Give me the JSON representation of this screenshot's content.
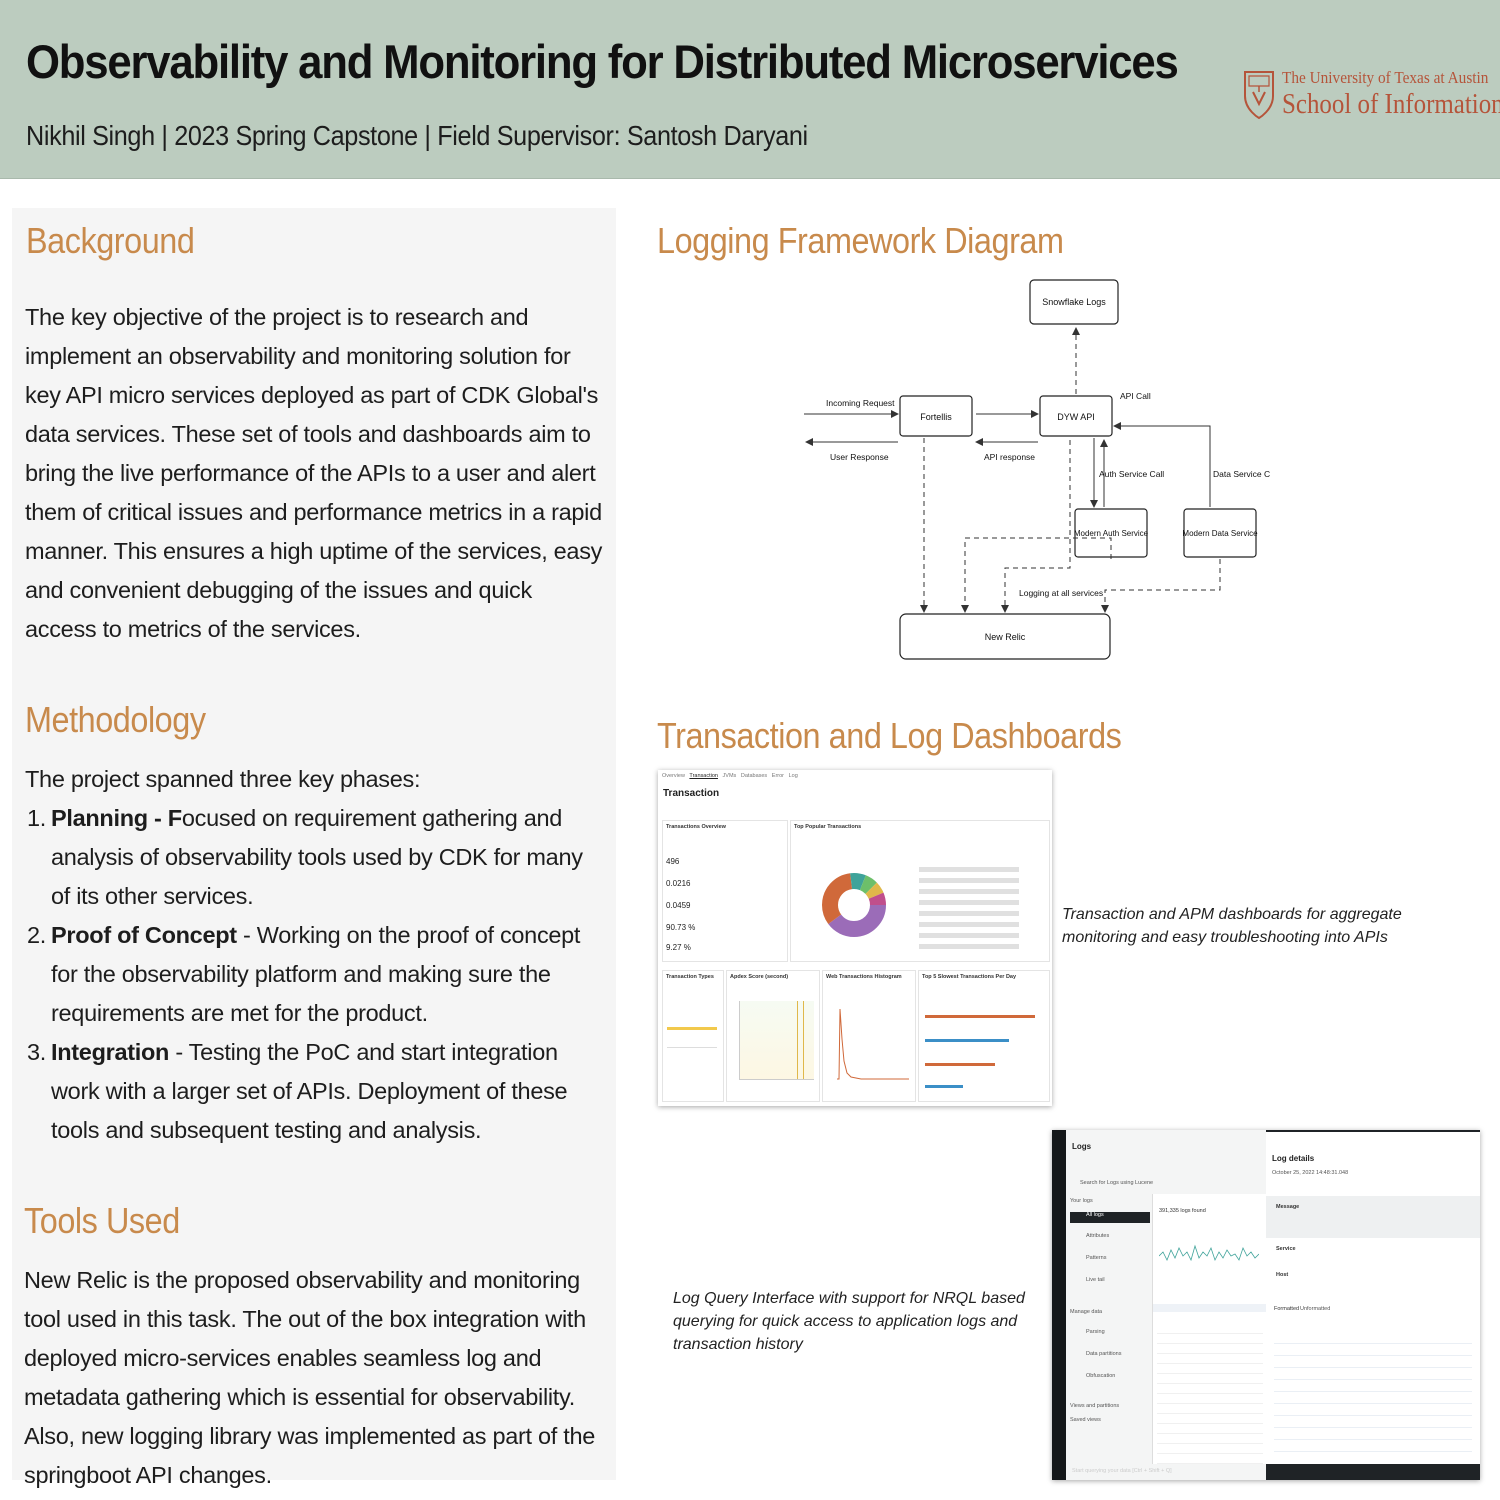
{
  "header": {
    "title": "Observability and Monitoring for Distributed Microservices",
    "subtitle": "Nikhil Singh | 2023 Spring Capstone | Field Supervisor: Santosh Daryani",
    "logo_line1": "The University of Texas at Austin",
    "logo_line2": "School of Information"
  },
  "colors": {
    "header_bg": "#bcccbf",
    "heading": "#c88a4c",
    "panel_bg": "#f5f5f5"
  },
  "background": {
    "heading": "Background",
    "text": "The key objective of the project is to research and implement an observability and monitoring solution for key API micro services deployed as part of CDK Global's data services. These set of tools and dashboards aim to bring the live performance of the APIs to a user and alert them of critical issues and performance metrics in a rapid manner. This ensures a high uptime of the services, easy and convenient debugging of the issues and quick access to metrics of the services."
  },
  "methodology": {
    "heading": "Methodology",
    "intro": "The project spanned three key phases:",
    "items": [
      {
        "num": "1.",
        "bold": "Planning - F",
        "text": "ocused on requirement gathering and analysis of observability tools used by CDK for many of its other services."
      },
      {
        "num": "2.",
        "bold": "Proof of Concept",
        "text": " - Working on the proof of concept for the observability platform and making sure the requirements are met for the product."
      },
      {
        "num": "3.",
        "bold": "Integration",
        "text": " - Testing the PoC and start integration work with a larger set of APIs. Deployment of these tools and subsequent testing and analysis."
      }
    ]
  },
  "tools": {
    "heading": "Tools Used",
    "text": "New Relic is the proposed observability and monitoring tool used in this task. The out of the box integration with deployed micro-services enables seamless log and metadata gathering which is essential for observability. Also, new logging library was implemented as part of the springboot API changes."
  },
  "diagram": {
    "heading": "Logging Framework Diagram",
    "nodes": {
      "snowflake": "Snowflake Logs",
      "fortellis": "Fortellis",
      "dyw": "DYW API",
      "auth": "Modern Auth Service",
      "data": "Modern Data Service",
      "newrelic": "New Relic"
    },
    "labels": {
      "incoming": "Incoming Request",
      "user_response": "User Response",
      "api_response": "API response",
      "api_call": "API Call",
      "auth_call": "Auth Service Call",
      "data_call": "Data Service Call",
      "logging": "Logging at all services"
    }
  },
  "dashboards": {
    "heading": "Transaction and Log Dashboards",
    "caption1": "Transaction and APM dashboards for aggregate monitoring and easy troubleshooting into APIs",
    "caption2": "Log Query Interface with support for NRQL based querying for quick access to application logs and transaction history",
    "transaction_shot": {
      "tabs": [
        "Overview",
        "Transaction",
        "JVMs",
        "Databases",
        "Error",
        "Log"
      ],
      "title": "Transaction",
      "overview_title": "Transactions Overview",
      "metrics": [
        "496",
        "0.0216",
        "0.0459",
        "90.73 %",
        "9.27 %"
      ],
      "popular_title": "Top Popular Transactions",
      "donut_colors": [
        "#9b6cb8",
        "#d0693a",
        "#3fa39a",
        "#6dbf6a",
        "#e0b84a",
        "#c04f8c"
      ],
      "bottom_titles": [
        "Transaction Types",
        "Apdex Score (second)",
        "Web Transactions Histogram",
        "Top 5 Slowest Transactions Per Day"
      ]
    },
    "logs_shot": {
      "title": "Logs",
      "search_placeholder": "Search for Logs using Lucene",
      "nav": [
        "Your logs",
        "All logs",
        "Attributes",
        "Patterns",
        "Live tail",
        "Manage data",
        "Parsing",
        "Data partitions",
        "Obfuscation",
        "Views and partitions",
        "Saved views"
      ],
      "count": "391,335 logs found",
      "details_title": "Log details",
      "details_date": "October 25, 2022 14:48:31.048",
      "message_label": "Message",
      "service_label": "Service",
      "host_label": "Host",
      "tabs": [
        "Formatted",
        "Unformatted"
      ],
      "query_hint": "Start querying your data [Ctrl + Shift + Q]"
    }
  }
}
